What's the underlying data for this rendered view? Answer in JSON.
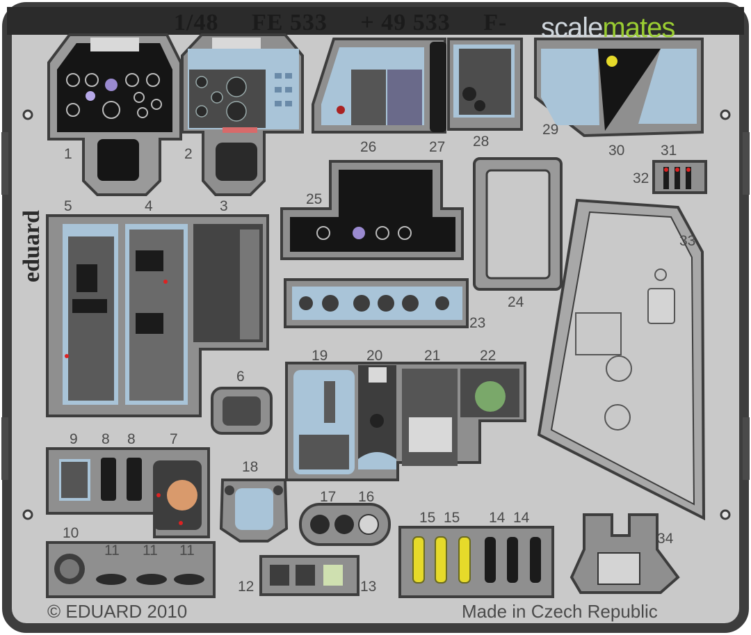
{
  "header": {
    "scale": "1/48",
    "code1": "FE 533",
    "code2": "+ 49 533",
    "code3": "F-"
  },
  "watermark": {
    "part1": "scale",
    "part2": "mates"
  },
  "brand": "eduard",
  "footer": {
    "copyright": "© EDUARD 2010",
    "origin": "Made in Czech Republic"
  },
  "part_numbers": {
    "n1": "1",
    "n2": "2",
    "n3": "3",
    "n4": "4",
    "n5": "5",
    "n6": "6",
    "n7": "7",
    "n8a": "8",
    "n8b": "8",
    "n9": "9",
    "n10": "10",
    "n11a": "11",
    "n11b": "11",
    "n11c": "11",
    "n12": "12",
    "n13": "13",
    "n14a": "14",
    "n14b": "14",
    "n15a": "15",
    "n15b": "15",
    "n16": "16",
    "n17": "17",
    "n18": "18",
    "n19": "19",
    "n20": "20",
    "n21": "21",
    "n22": "22",
    "n23": "23",
    "n24": "24",
    "n25": "25",
    "n26": "26",
    "n27": "27",
    "n28": "28",
    "n29": "29",
    "n30": "30",
    "n31": "31",
    "n32": "32",
    "n33": "33",
    "n34": "34"
  },
  "colors": {
    "fret": "#c9c9c9",
    "frame": "#3d3d3d",
    "panel": "#151515",
    "blue": "#a9c4d8",
    "grey": "#7f7f7f",
    "yellow": "#e6da2a",
    "orange": "#d99a6c",
    "red": "#d22"
  }
}
